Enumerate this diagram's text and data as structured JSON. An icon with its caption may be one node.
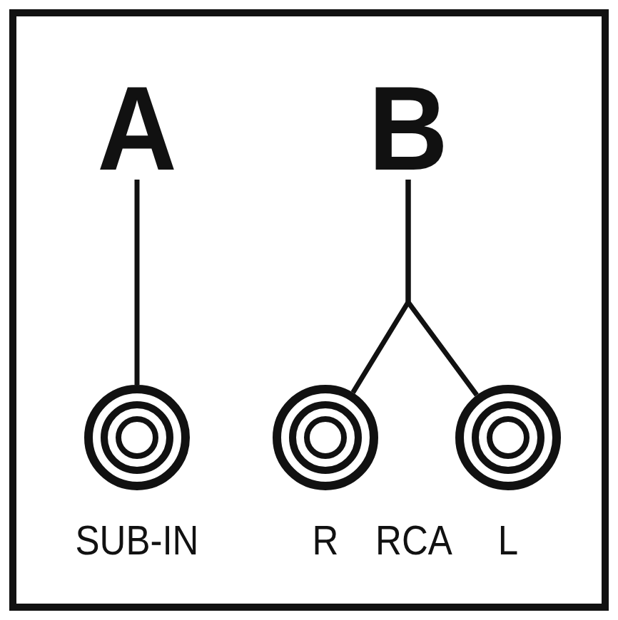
{
  "diagram": {
    "nodes": [
      {
        "text": [
          "A"
        ]
      },
      {
        "text": [
          "B"
        ]
      },
      {
        "text": [],
        "shape": "circle",
        "beside": [
          "SUB-IN"
        ]
      },
      {
        "text": [],
        "shape": "circle",
        "beside": [
          "R"
        ]
      },
      {
        "text": [],
        "shape": "circle",
        "beside": [
          "L"
        ]
      }
    ],
    "edges": [
      {
        "from": 0,
        "to": 2,
        "arrow": "none"
      },
      {
        "from": 1,
        "to": 3,
        "arrow": "none"
      },
      {
        "from": 1,
        "to": 4,
        "arrow": "none"
      }
    ],
    "labels": [
      "RCA"
    ]
  }
}
